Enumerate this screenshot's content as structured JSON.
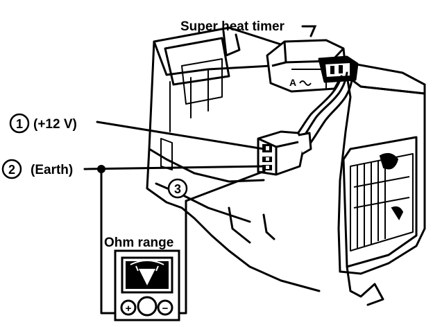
{
  "labels": {
    "timer": "Super heat timer",
    "terminal_1_num": "1",
    "terminal_1_text": "(+12 V)",
    "terminal_2_num": "2",
    "terminal_2_text": "(Earth)",
    "terminal_3_num": "3",
    "meter_title": "Ohm range",
    "meter_plus": "+",
    "meter_minus": "−"
  },
  "colors": {
    "ink": "#000000",
    "paper": "#ffffff"
  }
}
